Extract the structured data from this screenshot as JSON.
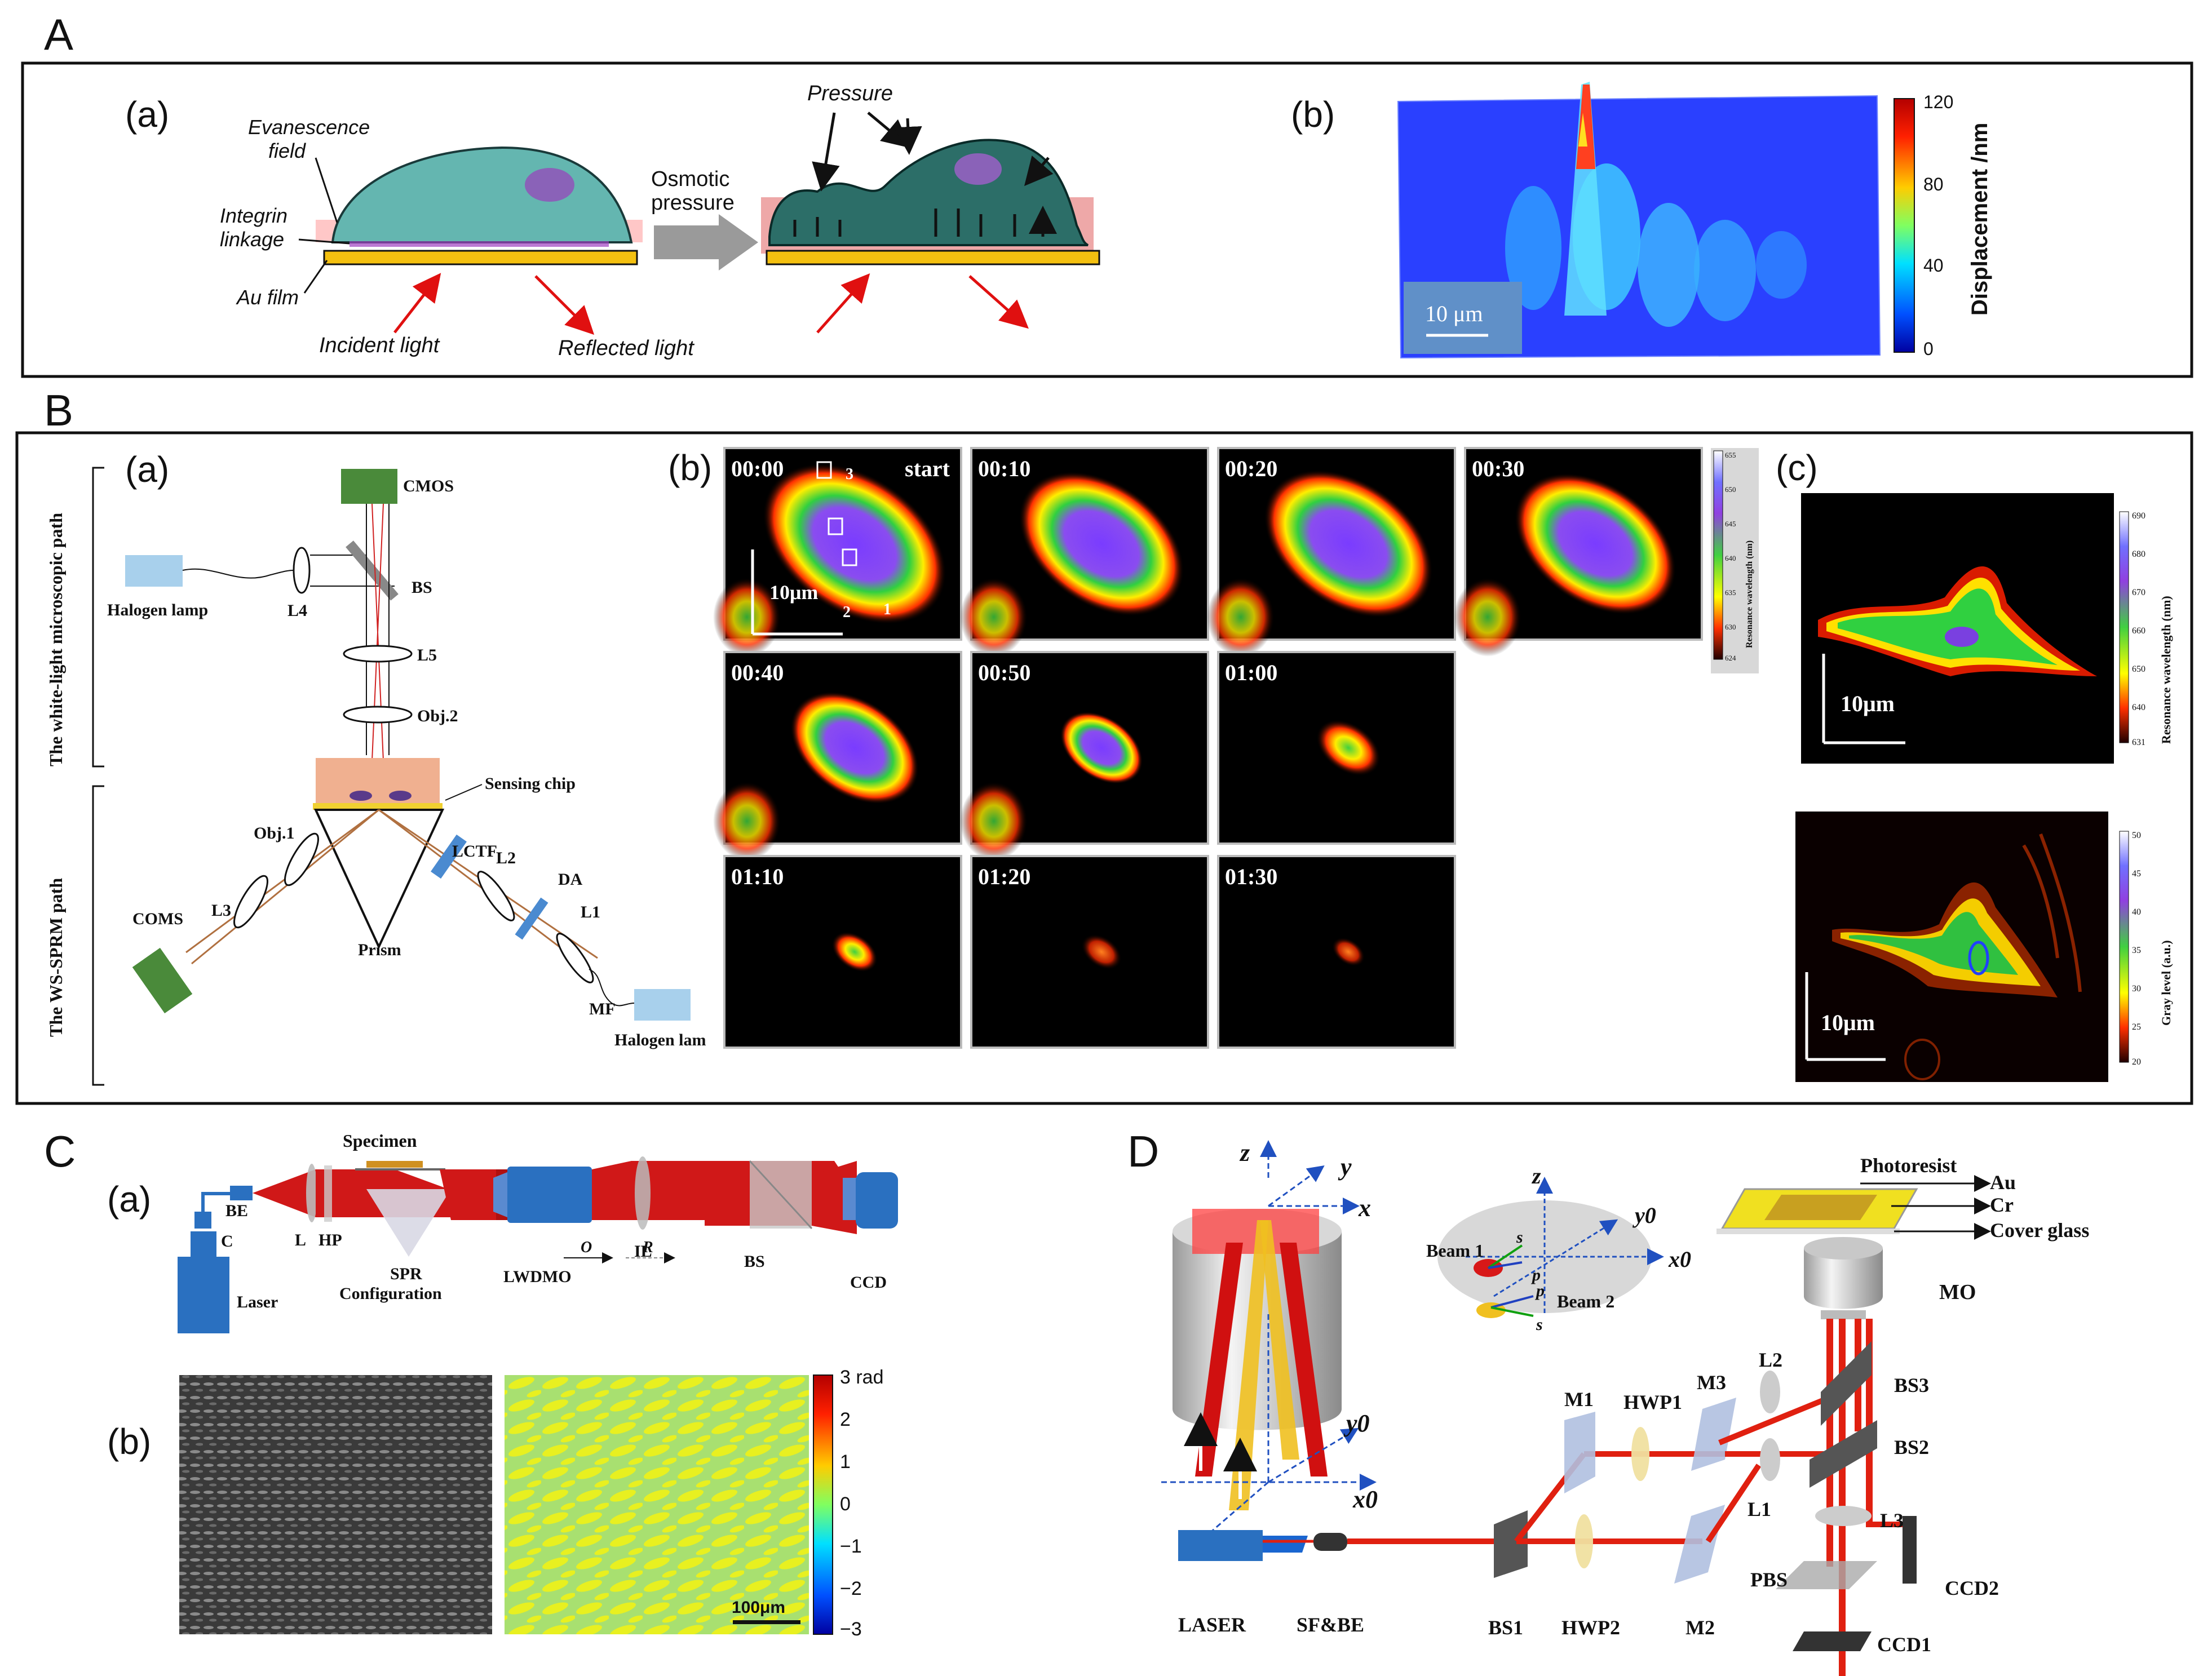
{
  "panelA": {
    "letter": "A",
    "sub_a": "(a)",
    "sub_b": "(b)",
    "labels": {
      "evanescence_1": "Evanescence",
      "evanescence_2": "field",
      "integrin_1": "Integrin",
      "integrin_2": "linkage",
      "au_film": "Au film",
      "incident": "Incident light",
      "reflected": "Reflected light",
      "osmotic_1": "Osmotic",
      "osmotic_2": "pressure",
      "pressure": "Pressure"
    },
    "scalebar": "10 μm",
    "colorbar_title": "Displacement /nm",
    "colorbar_ticks": [
      "120",
      "80",
      "40",
      "0"
    ]
  },
  "panelB": {
    "letter": "B",
    "sub_a": "(a)",
    "sub_b": "(b)",
    "sub_c": "(c)",
    "path_white": "The white-light microscopic path",
    "path_sprm": "The WS-SPRM path",
    "optics": {
      "cmos": "CMOS",
      "halogen": "Halogen lamp",
      "l4": "L4",
      "bs": "BS",
      "l5": "L5",
      "obj2": "Obj.2",
      "sensing_chip": "Sensing chip",
      "obj1": "Obj.1",
      "l3": "L3",
      "lctf": "LCTF",
      "l2": "L2",
      "da": "DA",
      "l1": "L1",
      "coms": "COMS",
      "prism": "Prism",
      "mf": "MF",
      "halogen2": "Halogen lam"
    },
    "timepoints": [
      "00:00",
      "00:10",
      "00:20",
      "00:30",
      "00:40",
      "00:50",
      "01:00",
      "01:10",
      "01:20",
      "01:30"
    ],
    "start_label": "start",
    "roi_labels": [
      "3",
      "2",
      "1"
    ],
    "scalebar": "10μm",
    "colorbar_title": "Resonance wavelength (nm)",
    "colorbar_ticks": [
      "655",
      "650",
      "645",
      "640",
      "635",
      "630",
      "624"
    ],
    "c_top_title": "Resonance wavelength (nm)",
    "c_top_ticks": [
      "690",
      "680",
      "670",
      "660",
      "650",
      "640",
      "631"
    ],
    "c_bottom_title": "Gray level (a.u.)",
    "c_bottom_ticks": [
      "50",
      "45",
      "40",
      "35",
      "30",
      "25",
      "20"
    ],
    "c_scalebar": "10μm"
  },
  "panelC": {
    "letter": "C",
    "sub_a": "(a)",
    "sub_b": "(b)",
    "labels": {
      "specimen": "Specimen",
      "be": "BE",
      "c": "C",
      "laser": "Laser",
      "l": "L",
      "hp": "HP",
      "spr_1": "SPR",
      "spr_2": "Configuration",
      "lwdmo": "LWDMO",
      "il": "IL",
      "bs": "BS",
      "ccd": "CCD",
      "o": "O",
      "r": "R"
    },
    "colorbar_ticks": [
      "3 rad",
      "2",
      "1",
      "0",
      "−1",
      "−2",
      "−3"
    ],
    "scalebar": "100μm"
  },
  "panelD": {
    "letter": "D",
    "axes": {
      "z": "z",
      "y": "y",
      "x": "x",
      "y0": "y0",
      "x0": "x0"
    },
    "beam1": "Beam 1",
    "beam2": "Beam 2",
    "s": "s",
    "p": "p",
    "photoresist": "Photoresist",
    "au": "Au",
    "cr": "Cr",
    "cover": "Cover glass",
    "mo": "MO",
    "laser": "LASER",
    "sfbe": "SF&BE",
    "components": {
      "bs1": "BS1",
      "bs2": "BS2",
      "bs3": "BS3",
      "hwp1": "HWP1",
      "hwp2": "HWP2",
      "m1": "M1",
      "m2": "M2",
      "m3": "M3",
      "l1": "L1",
      "l2": "L2",
      "l3": "L3",
      "pbs": "PBS",
      "ccd1": "CCD1",
      "ccd2": "CCD2"
    }
  }
}
